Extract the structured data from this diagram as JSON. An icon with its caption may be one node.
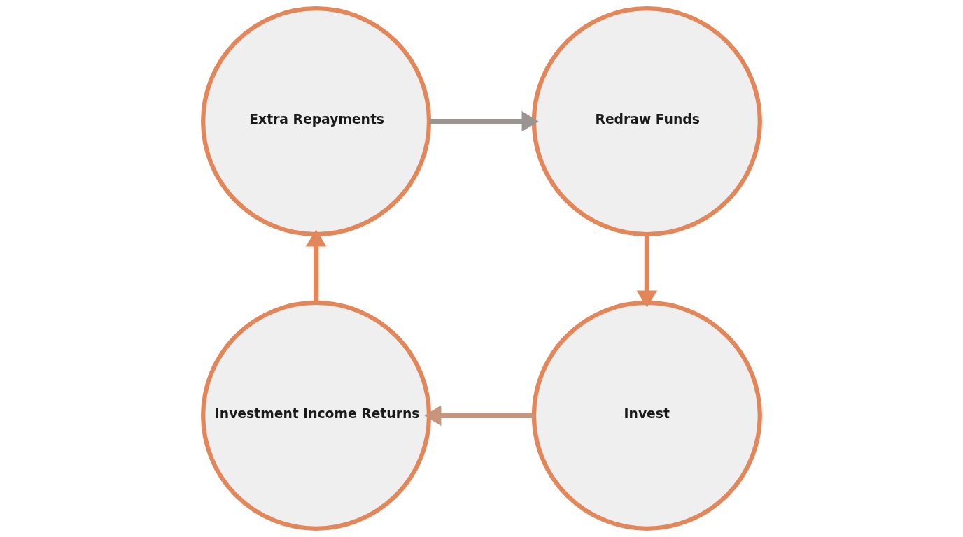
{
  "diagram": {
    "nodes": [
      {
        "text": [
          "Extra Repayments"
        ]
      },
      {
        "text": [
          "Redraw Funds"
        ]
      },
      {
        "text": [
          "Investment Income Returns"
        ]
      },
      {
        "text": [
          "Invest"
        ]
      }
    ],
    "edges": [
      {
        "from": 0,
        "to": 1,
        "arrow": "to",
        "color": "#9a9590"
      },
      {
        "from": 1,
        "to": 3,
        "arrow": "to"
      },
      {
        "from": 3,
        "to": 2,
        "arrow": "to",
        "color": "#c8957a"
      },
      {
        "from": 2,
        "to": 0,
        "arrow": "to"
      }
    ]
  }
}
